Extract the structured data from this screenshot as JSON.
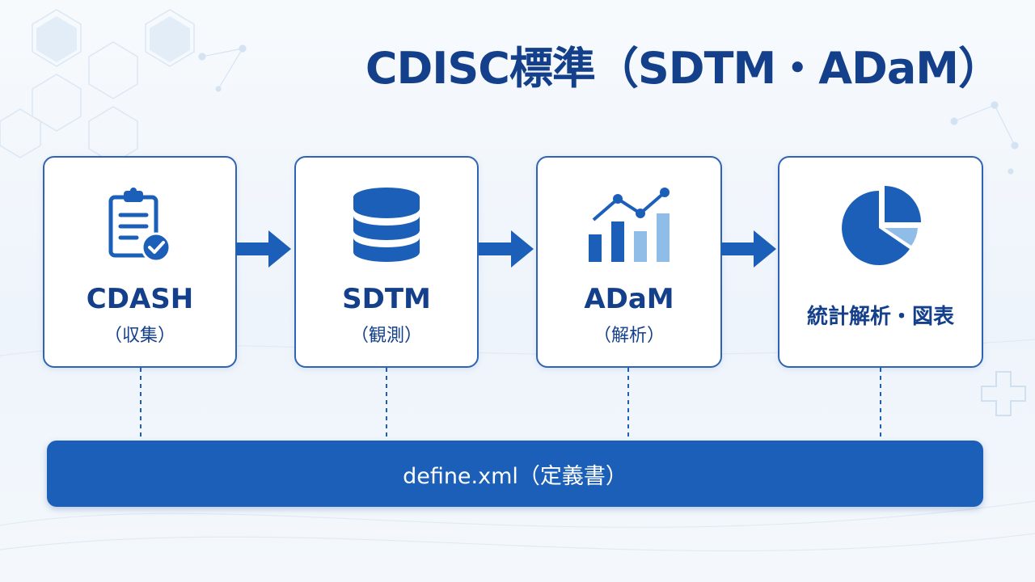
{
  "title": "CDISC標準（SDTM・ADaM）",
  "steps": [
    {
      "label": "CDASH",
      "sub": "（収集）",
      "icon": "clipboard-check-icon"
    },
    {
      "label": "SDTM",
      "sub": "（観測）",
      "icon": "database-icon"
    },
    {
      "label": "ADaM",
      "sub": "（解析）",
      "icon": "bar-line-chart-icon"
    },
    {
      "label": "統計解析・図表",
      "icon": "pie-chart-icon"
    }
  ],
  "define_bar": {
    "label": "define.xml（定義書）"
  },
  "colors": {
    "primary": "#1b5fb8",
    "dark_text": "#143f8a",
    "light_accent": "#8fbde8"
  }
}
